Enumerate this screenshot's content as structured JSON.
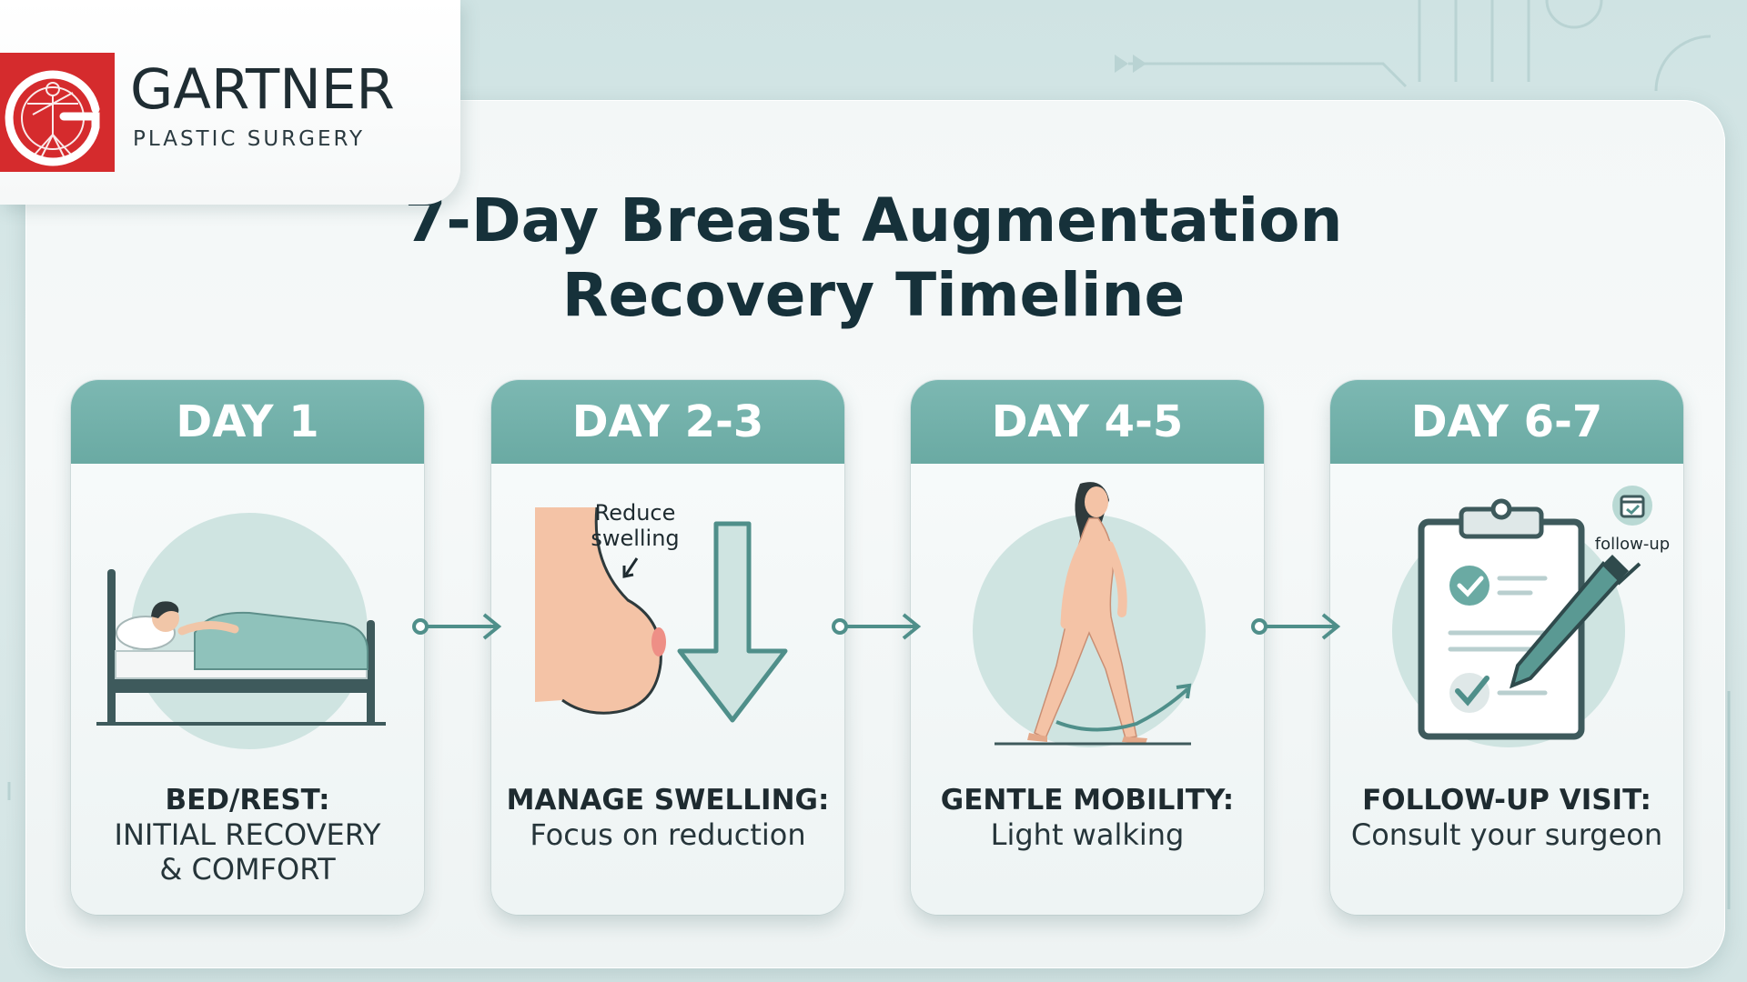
{
  "brand": {
    "name": "GARTNER",
    "subtitle": "PLASTIC SURGERY"
  },
  "title": {
    "line1": "7-Day Breast Augmentation",
    "line2": "Recovery Timeline"
  },
  "steps": [
    {
      "day": "DAY 1",
      "heading": "BED/REST:",
      "description_lines": [
        "INITIAL RECOVERY",
        "& COMFORT"
      ],
      "icon": "bed-rest-icon"
    },
    {
      "day": "DAY 2-3",
      "heading": "MANAGE SWELLING:",
      "description_lines": [
        "Focus on reduction"
      ],
      "annotation_lines": [
        "Reduce",
        "swelling"
      ],
      "icon": "swelling-down-arrow-icon"
    },
    {
      "day": "DAY 4-5",
      "heading": "GENTLE MOBILITY:",
      "description_lines": [
        "Light walking"
      ],
      "icon": "walking-woman-icon"
    },
    {
      "day": "DAY 6-7",
      "heading": "FOLLOW-UP VISIT:",
      "description_lines": [
        "Consult your surgeon"
      ],
      "badge": "follow-up",
      "icon": "clipboard-check-icon"
    }
  ],
  "colors": {
    "accent": "#6aaaa3",
    "accent_dark": "#4f8f8a",
    "brand_red": "#d52b2d",
    "title": "#16313a"
  }
}
